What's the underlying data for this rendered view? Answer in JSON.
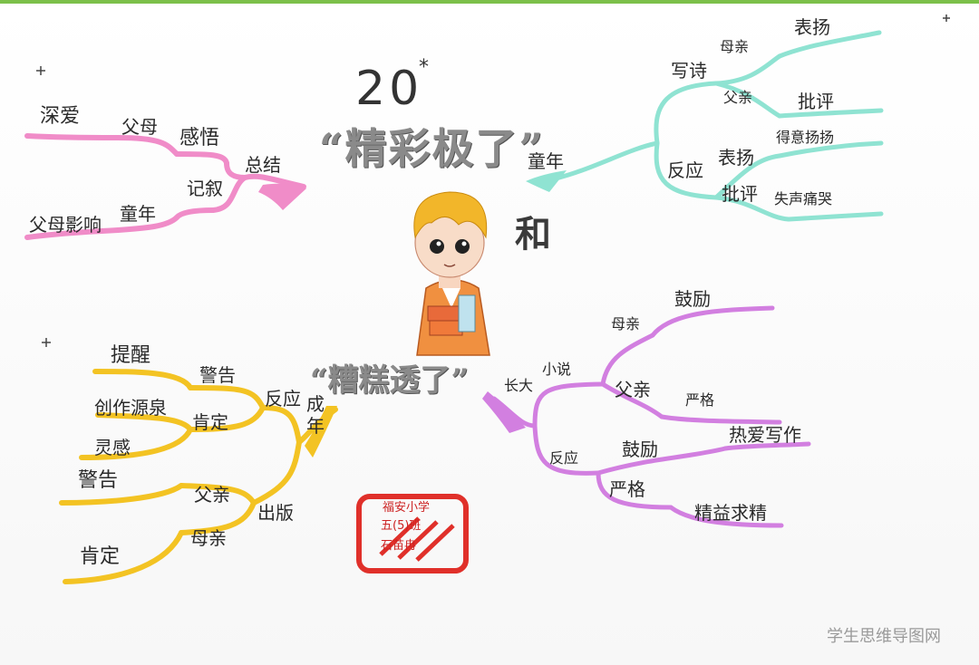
{
  "title": {
    "number": "20",
    "star": "*",
    "main": "“精彩极了”",
    "conj": "和",
    "second": "“糟糕透了”"
  },
  "branches": {
    "summary": {
      "root": "总结",
      "items": [
        {
          "label": "感悟",
          "children": [
            {
              "label": "父母",
              "children": [
                {
                  "label": "深爱"
                }
              ]
            }
          ]
        },
        {
          "label": "记叙",
          "children": [
            {
              "label": "童年",
              "children": [
                {
                  "label": "父母影响"
                }
              ]
            }
          ]
        }
      ]
    },
    "childhood": {
      "root": "童年",
      "items": [
        {
          "label": "写诗",
          "children": [
            {
              "label": "母亲",
              "children": [
                {
                  "label": "表扬"
                }
              ]
            },
            {
              "label": "父亲",
              "children": [
                {
                  "label": "批评"
                }
              ]
            }
          ]
        },
        {
          "label": "反应",
          "children": [
            {
              "label": "表扬",
              "children": [
                {
                  "label": "得意扬扬"
                }
              ]
            },
            {
              "label": "批评",
              "children": [
                {
                  "label": "失声痛哭"
                }
              ]
            }
          ]
        }
      ]
    },
    "adulthood": {
      "root": "成年",
      "items": [
        {
          "label": "反应",
          "children": [
            {
              "label": "警告",
              "children": [
                {
                  "label": "提醒"
                }
              ]
            },
            {
              "label": "肯定",
              "children": [
                {
                  "label": "创作源泉"
                },
                {
                  "label": "灵感"
                }
              ]
            }
          ]
        },
        {
          "label": "出版",
          "children": [
            {
              "label": "父亲",
              "children": [
                {
                  "label": "警告"
                }
              ]
            },
            {
              "label": "母亲",
              "children": [
                {
                  "label": "肯定"
                }
              ]
            }
          ]
        }
      ]
    },
    "growing": {
      "root": "长大",
      "items": [
        {
          "label": "小说",
          "children": [
            {
              "label": "母亲",
              "children": [
                {
                  "label": "鼓励"
                }
              ]
            },
            {
              "label": "父亲",
              "children": [
                {
                  "label": "严格"
                }
              ]
            }
          ]
        },
        {
          "label": "反应",
          "children": [
            {
              "label": "鼓励",
              "children": [
                {
                  "label": "热爱写作"
                }
              ]
            },
            {
              "label": "严格",
              "children": [
                {
                  "label": "精益求精"
                }
              ]
            }
          ]
        }
      ]
    }
  },
  "stamp": {
    "line1": "福安小学",
    "line2": "五(5)班",
    "line3": "石苗冉"
  },
  "watermark": "学生思维导图网",
  "colors": {
    "summary": "#f08cc8",
    "childhood": "#8fe3d2",
    "adulthood": "#f3c323",
    "growing": "#d27fe0",
    "stamp": "#e0302a",
    "title_gray": "#8a8a8a"
  }
}
